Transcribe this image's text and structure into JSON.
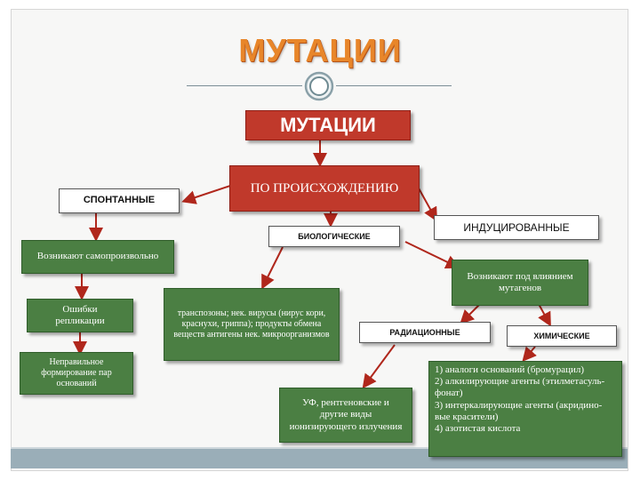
{
  "title": "МУТАЦИИ",
  "root": "МУТАЦИИ",
  "origin": "ПО ПРОИСХОЖДЕНИЮ",
  "spontaneous": "СПОНТАННЫЕ",
  "induced": "ИНДУЦИРОВАННЫЕ",
  "biological": "БИОЛОГИЧЕСКИЕ",
  "radiation": "РАДИАЦИОННЫЕ",
  "chemical": "ХИМИЧЕСКИЕ",
  "spont_arise": "Возникают самопроизвольно",
  "replication_errors": "Ошибки репликации",
  "wrong_pairs": "Неправильное формирование пар оснований",
  "bio_agents": "транспозоны; нек. вирусы (нирус кори, краснухи, гриппа); продукты обмена веществ антигены нек. микроорганизмов",
  "induced_arise": "Возникают под влиянием мутагенов",
  "radiation_agents": "УФ, рентгеновские и другие виды ионизирующего излучения",
  "chemical_agents": [
    "1) аналоги оснований (бромурацил)",
    "2) алкилирующие агенты (этилметасуль-фонат)",
    "3) интеркалирующие агенты (акридино-вые красители)",
    "4) азотистая кислота"
  ],
  "colors": {
    "red": "#c0392b",
    "green": "#4b7f43",
    "title": "#e8862a",
    "bar": "#9aaeb8"
  }
}
